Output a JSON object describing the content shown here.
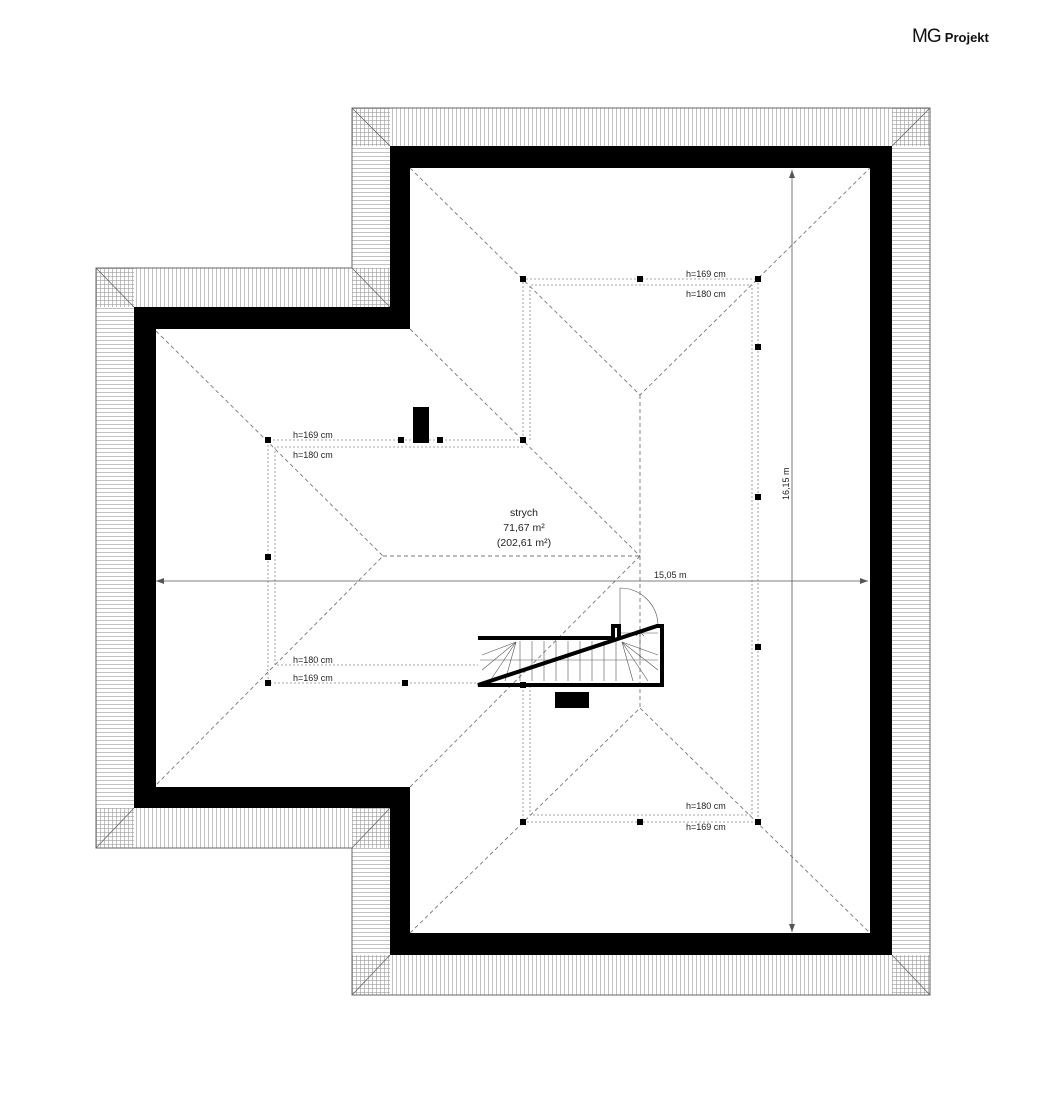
{
  "logo": {
    "brand": "MG",
    "suffix": "Projekt"
  },
  "room": {
    "name": "strych",
    "area": "71,67 m²",
    "total_area": "(202,61 m²)"
  },
  "dimensions": {
    "width": "15,05 m",
    "depth": "16,15 m"
  },
  "knee_walls": {
    "top_outer": "h=169 cm",
    "top_inner": "h=180 cm",
    "left_outer": "h=169 cm",
    "left_inner": "h=180 cm",
    "left_bottom_inner": "h=180 cm",
    "left_bottom_outer": "h=169 cm",
    "bottom_inner": "h=180 cm",
    "bottom_outer": "h=169 cm"
  },
  "colors": {
    "wall": "#000000",
    "lines": "#777777"
  }
}
